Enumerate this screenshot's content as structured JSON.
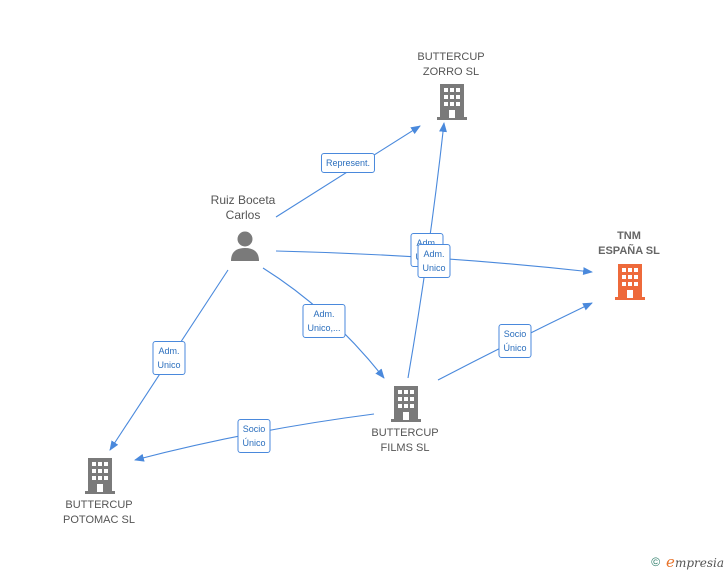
{
  "colors": {
    "edge": "#4a89dc",
    "building": "#7a7a7a",
    "building_highlight": "#ee6a3b",
    "person": "#7a7a7a"
  },
  "nodes": {
    "zorro": {
      "label": "BUTTERCUP\nZORRO  SL",
      "icon": "building-icon"
    },
    "ruiz": {
      "label": "Ruiz Boceta\nCarlos",
      "icon": "person-icon"
    },
    "tnm": {
      "label": "TNM\nESPAÑA  SL",
      "icon": "building-icon"
    },
    "films": {
      "label": "BUTTERCUP\nFILMS  SL",
      "icon": "building-icon"
    },
    "potomac": {
      "label": "BUTTERCUP\nPOTOMAC  SL",
      "icon": "building-icon"
    }
  },
  "edge_labels": {
    "ruiz_zorro": "Represent.",
    "ruiz_tnm": "Adm.\nUnico",
    "films_zorro": "Adm.\nUnico",
    "ruiz_films": "Adm.\nUnico,...",
    "ruiz_potomac": "Adm.\nUnico",
    "films_tnm": "Socio\nÚnico",
    "films_potomac": "Socio\nÚnico"
  },
  "footer": {
    "copyright": "©",
    "brand_initial": "e",
    "brand_rest": "mpresia"
  }
}
